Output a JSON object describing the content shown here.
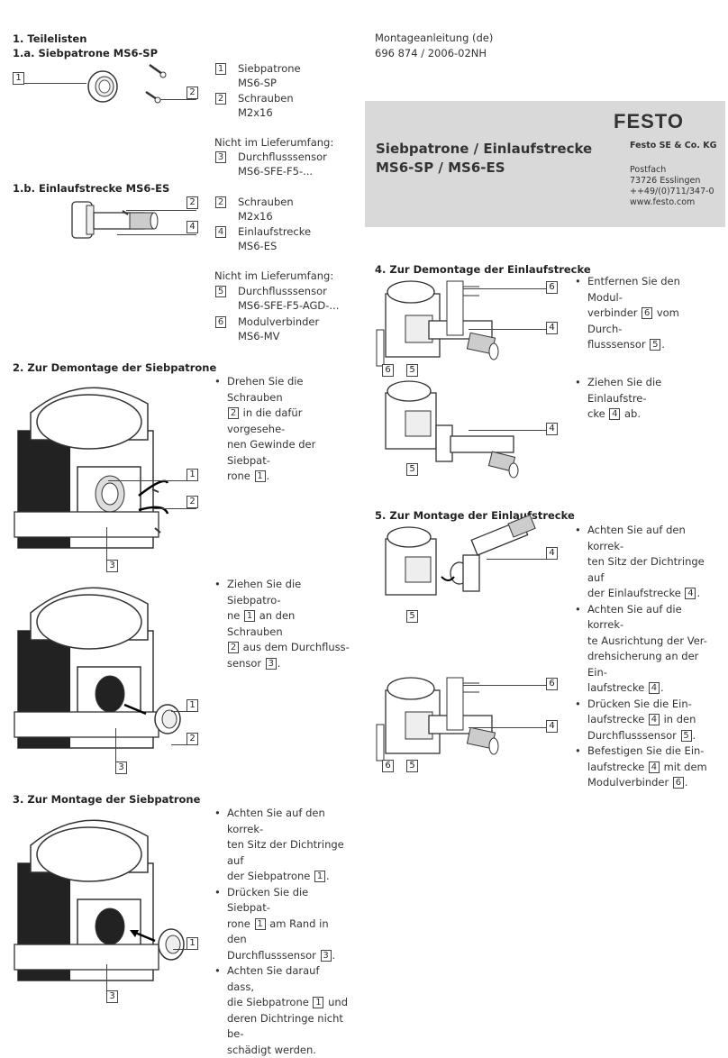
{
  "header": {
    "doc_type": "Montageanleitung (de)",
    "doc_number": "696 874 / 2006-02NH"
  },
  "title_box": {
    "title_line1": "Siebpatrone / Einlaufstrecke",
    "title_line2": "MS6-SP / MS6-ES",
    "logo": "FESTO",
    "company": "Festo SE & Co. KG",
    "address_line1": "Postfach",
    "address_line2": "73726 Esslingen",
    "phone": "++49/(0)711/347-0",
    "web": "www.festo.com"
  },
  "section1": {
    "heading": "1. Teilelisten",
    "sub_a": "1.a. Siebpatrone MS6-SP",
    "sub_b": "1.b. Einlaufstrecke MS6-ES",
    "legend_a": [
      {
        "num": "1",
        "line1": "Siebpatrone",
        "line2": "MS6-SP"
      },
      {
        "num": "2",
        "line1": "Schrauben",
        "line2": "M2x16"
      }
    ],
    "not_included_a": "Nicht im Lieferumfang:",
    "legend_a_extra": [
      {
        "num": "3",
        "line1": "Durchflusssensor",
        "line2": "MS6-SFE-F5-..."
      }
    ],
    "legend_b": [
      {
        "num": "2",
        "line1": "Schrauben",
        "line2": "M2x16"
      },
      {
        "num": "4",
        "line1": "Einlaufstrecke",
        "line2": "MS6-ES"
      }
    ],
    "not_included_b": "Nicht im Lieferumfang:",
    "legend_b_extra": [
      {
        "num": "5",
        "line1": "Durchflusssensor",
        "line2": "MS6-SFE-F5-AGD-..."
      },
      {
        "num": "6",
        "line1": "Modulverbinder",
        "line2": "MS6-MV"
      }
    ]
  },
  "section2": {
    "heading": "2. Zur Demontage der Siebpatrone",
    "step1": [
      "Drehen Sie die Schrauben",
      "in die dafür vorgesehe-",
      "nen Gewinde der Siebpat-",
      "rone"
    ],
    "step2": [
      "Ziehen Sie die Siebpatro-",
      "ne",
      "an den Schrauben",
      "aus dem Durchfluss-",
      "sensor"
    ]
  },
  "section3": {
    "heading": "3. Zur Montage der Siebpatrone",
    "b1": [
      "Achten Sie auf den korrek-",
      "ten Sitz der Dichtringe auf",
      "der Siebpatrone"
    ],
    "b2": [
      "Drücken Sie die Siebpat-",
      "rone",
      "am Rand in den",
      "Durchflusssensor"
    ],
    "b3": [
      "Achten Sie darauf dass,",
      "die Siebpatrone",
      "und",
      "deren Dichtringe nicht be-",
      "schädigt werden."
    ]
  },
  "section4": {
    "heading": "4. Zur Demontage der Einlaufstrecke",
    "b1": [
      "Entfernen Sie den Modul-",
      "verbinder",
      "vom Durch-",
      "flusssensor"
    ],
    "b2": [
      "Ziehen Sie die Einlaufstre-",
      "cke",
      "ab."
    ]
  },
  "section5": {
    "heading": "5. Zur Montage der Einlaufstrecke",
    "b1": [
      "Achten Sie auf den korrek-",
      "ten Sitz der Dichtringe auf",
      "der Einlaufstrecke"
    ],
    "b2": [
      "Achten Sie auf die korrek-",
      "te Ausrichtung der Ver-",
      "drehsicherung an der Ein-",
      "laufstrecke"
    ],
    "b3": [
      "Drücken Sie die Ein-",
      "laufstrecke",
      "in den",
      "Durchflusssensor"
    ],
    "b4": [
      "Befestigen Sie die Ein-",
      "laufstrecke",
      "mit dem",
      "Modulverbinder"
    ]
  },
  "nums": {
    "n1": "1",
    "n2": "2",
    "n3": "3",
    "n4": "4",
    "n5": "5",
    "n6": "6"
  }
}
